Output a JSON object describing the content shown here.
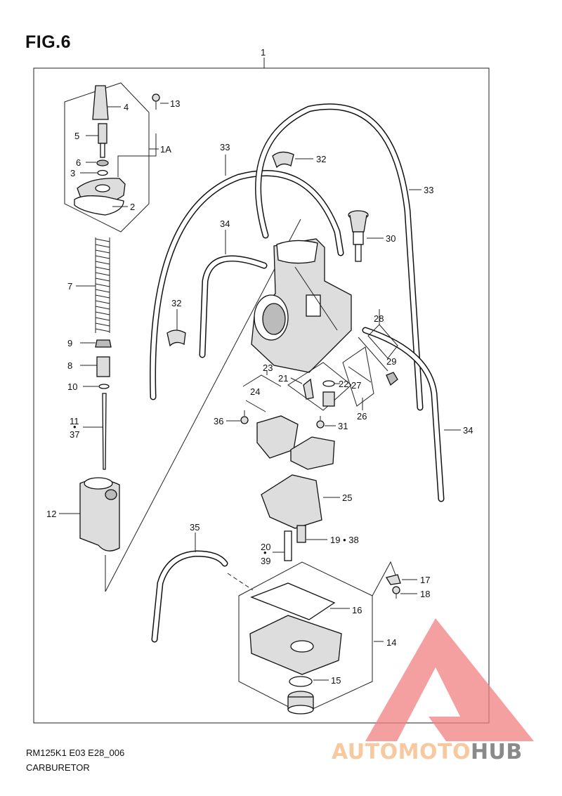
{
  "figure": {
    "title": "FIG.6"
  },
  "footer": {
    "model_code": "RM125K1 E03 E28_006",
    "assembly_name": "CARBURETOR"
  },
  "callouts": {
    "c1": "1",
    "c1a": "1A",
    "c2": "2",
    "c3": "3",
    "c4": "4",
    "c5": "5",
    "c6": "6",
    "c7": "7",
    "c8": "8",
    "c9": "9",
    "c10": "10",
    "c11": "11",
    "c11dot": "•",
    "c37": "37",
    "c12": "12",
    "c13": "13",
    "c14": "14",
    "c15": "15",
    "c16": "16",
    "c17": "17",
    "c18": "18",
    "c19_38": "19 • 38",
    "c20": "20",
    "c20dot": "•",
    "c39": "39",
    "c21": "21",
    "c22": "22",
    "c23": "23",
    "c24": "24",
    "c25": "25",
    "c26": "26",
    "c27": "27",
    "c28": "28",
    "c29": "29",
    "c30": "30",
    "c31": "31",
    "c32a": "32",
    "c32b": "32",
    "c33a": "33",
    "c33b": "33",
    "c34a": "34",
    "c34b": "34",
    "c35": "35",
    "c36": "36"
  },
  "watermark": {
    "brand_part1": "AUTOMOTO",
    "brand_part2": "HUB",
    "colors": {
      "triangle": "#f08080",
      "text_light": "#f7c9a0",
      "text_dark": "#8a8a8a"
    }
  }
}
